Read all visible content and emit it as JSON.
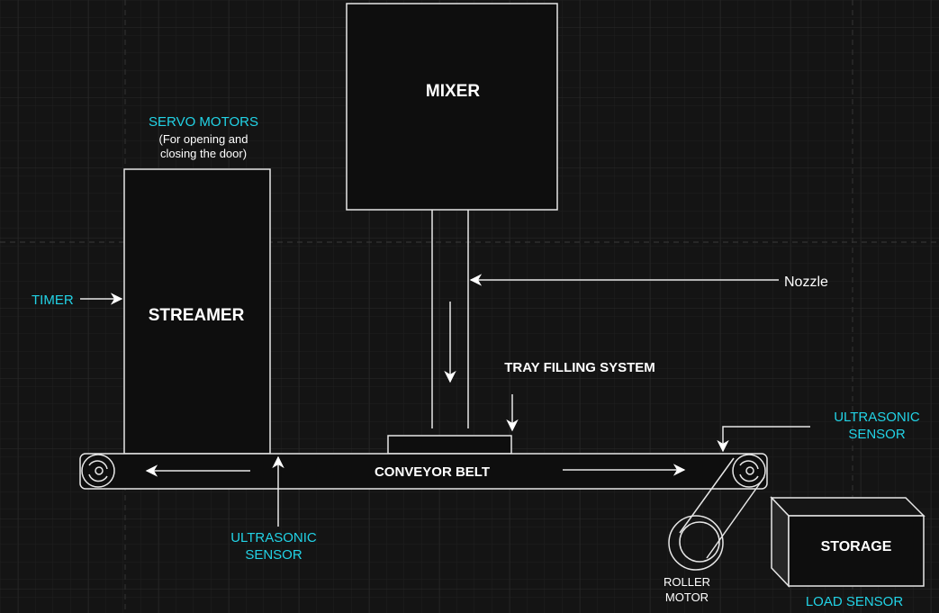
{
  "colors": {
    "background": "#141414",
    "line": "#e6e6e6",
    "accent_text": "#22d3e6",
    "box_fill": "#0e0e0e"
  },
  "labels": {
    "mixer": "MIXER",
    "streamer": "STREAMER",
    "servo_title": "SERVO MOTORS",
    "servo_note_1": "(For opening and",
    "servo_note_2": "closing the door)",
    "timer": "TIMER",
    "nozzle": "Nozzle",
    "tray_filling": "TRAY FILLING SYSTEM",
    "conveyor": "CONVEYOR BELT",
    "ultrasonic_left_1": "ULTRASONIC",
    "ultrasonic_left_2": "SENSOR",
    "ultrasonic_right_1": "ULTRASONIC",
    "ultrasonic_right_2": "SENSOR",
    "roller_1": "ROLLER",
    "roller_2": "MOTOR",
    "storage": "STORAGE",
    "load_sensor": "LOAD SENSOR"
  }
}
